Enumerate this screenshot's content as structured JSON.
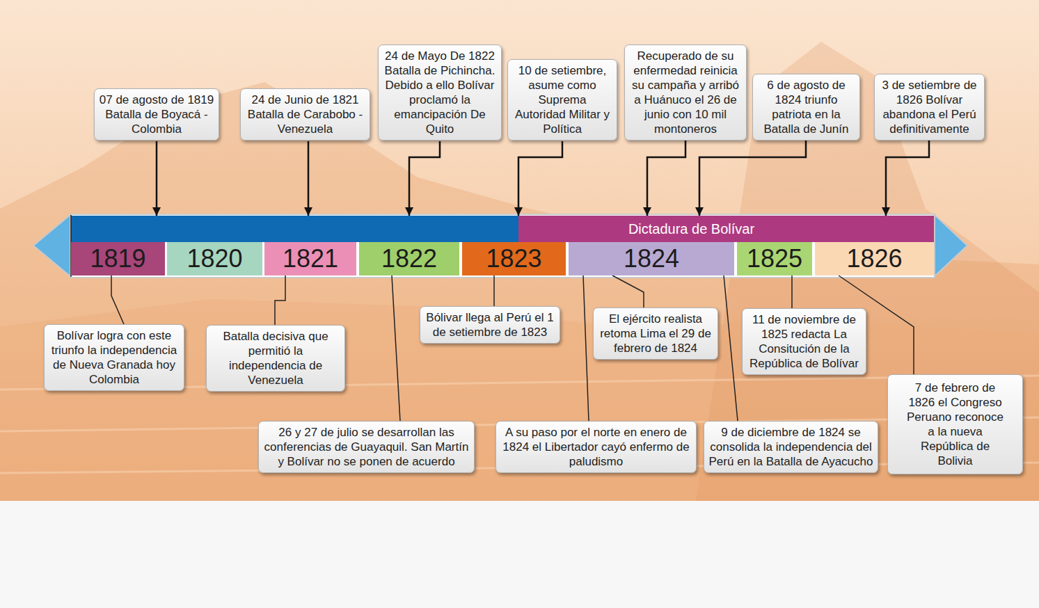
{
  "diagram": {
    "nodes": [
      {
        "text": [
          "07 de agosto de 1819 Batalla de Boyacá - Colombia"
        ]
      },
      {
        "text": [
          "24 de Junio de 1821 Batalla de Carabobo - Venezuela"
        ]
      },
      {
        "text": [
          "24 de Mayo De 1822 Batalla de Pichincha. Debido a ello Bolívar proclamó la emancipación De Quito"
        ]
      },
      {
        "text": [
          "10 de setiembre, asume como Suprema Autoridad Militar y Política"
        ]
      },
      {
        "text": [
          "Recuperado de su enfermedad reinicia su campaña y arribó a Huánuco el 26 de junio con 10 mil montoneros"
        ]
      },
      {
        "text": [
          "6 de agosto de 1824 triunfo patriota en la Batalla de Junín"
        ]
      },
      {
        "text": [
          "3 de setiembre de 1826 Bolívar abandona el Perú definitivamente"
        ]
      },
      {
        "text": [
          "Dictadura de Bolívar"
        ]
      },
      {
        "text": [
          "1819"
        ]
      },
      {
        "text": [
          "1820"
        ]
      },
      {
        "text": [
          "1821"
        ]
      },
      {
        "text": [
          "1822"
        ]
      },
      {
        "text": [
          "1823"
        ]
      },
      {
        "text": [
          "1824"
        ]
      },
      {
        "text": [
          "1825"
        ]
      },
      {
        "text": [
          "1826"
        ]
      },
      {
        "text": [
          "Bolívar logra con este triunfo la independencia de Nueva Granada hoy Colombia"
        ]
      },
      {
        "text": [
          "Batalla decisiva que permitió la independencia de Venezuela"
        ]
      },
      {
        "text": [
          "Bólivar llega al Perú el 1 de setiembre de 1823"
        ]
      },
      {
        "text": [
          "El ejército realista retoma Lima el 29 de febrero de 1824"
        ]
      },
      {
        "text": [
          "11 de noviembre de 1825 redacta La Consitución de la República de Bolívar"
        ]
      },
      {
        "text": [
          "26 y 27 de julio se desarrollan las conferencias de Guayaquil. San Martín y Bolívar no se ponen de acuerdo"
        ]
      },
      {
        "text": [
          "A su paso por el norte en enero de 1824 el Libertador cayó enfermo de paludismo"
        ]
      },
      {
        "text": [
          "9 de diciembre de 1824 se consolida la independencia del Perú en la Batalla de Ayacucho"
        ]
      },
      {
        "text": [
          "7 de febrero de 1826 el Congreso Peruano reconoce a la nueva República de Bolivia"
        ]
      }
    ],
    "edges": [
      {
        "from": 4,
        "to": 7,
        "arrow": "to"
      },
      {
        "from": 5,
        "to": 7,
        "arrow": "to"
      },
      {
        "from": 6,
        "to": 7,
        "arrow": "to"
      },
      {
        "from": 8,
        "to": 16,
        "arrow": "none"
      },
      {
        "from": 10,
        "to": 17,
        "arrow": "none"
      },
      {
        "from": 11,
        "to": 21,
        "arrow": "none"
      },
      {
        "from": 12,
        "to": 18,
        "arrow": "none"
      },
      {
        "from": 13,
        "to": 22,
        "arrow": "none"
      },
      {
        "from": 13,
        "to": 19,
        "arrow": "none"
      },
      {
        "from": 13,
        "to": 23,
        "arrow": "none"
      },
      {
        "from": 14,
        "to": 20,
        "arrow": "none"
      },
      {
        "from": 15,
        "to": 24,
        "arrow": "none"
      }
    ]
  }
}
